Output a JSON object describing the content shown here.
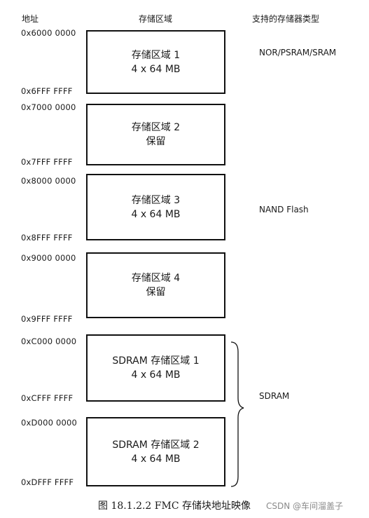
{
  "headers": {
    "address": "地址",
    "region": "存储区域",
    "memory_types": "支持的存储器类型"
  },
  "blocks": [
    {
      "start": "0x6000 0000",
      "end": "0x6FFF FFFF",
      "line1": "存储区域 1",
      "line2": "4 x 64 MB"
    },
    {
      "start": "0x7000 0000",
      "end": "0x7FFF FFFF",
      "line1": "存储区域 2",
      "line2": "保留"
    },
    {
      "start": "0x8000 0000",
      "end": "0x8FFF FFFF",
      "line1": "存储区域 3",
      "line2": "4 x 64 MB"
    },
    {
      "start": "0x9000 0000",
      "end": "0x9FFF FFFF",
      "line1": "存储区域 4",
      "line2": "保留"
    },
    {
      "start": "0xC000 0000",
      "end": "0xCFFF FFFF",
      "line1": "SDRAM 存储区域 1",
      "line2": "4 x 64 MB"
    },
    {
      "start": "0xD000 0000",
      "end": "0xDFFF FFFF",
      "line1": "SDRAM 存储区域 2",
      "line2": "4 x 64 MB"
    }
  ],
  "memory_types": {
    "bank1": "NOR/PSRAM/SRAM",
    "bank3": "NAND Flash",
    "sdram": "SDRAM"
  },
  "caption": "图 18.1.2.2 FMC 存储块地址映像",
  "watermark": "CSDN @车间溜盖子",
  "colors": {
    "line": "#111111",
    "top_mark": "#2f5fa8",
    "watermark": "#8a8a8a"
  }
}
